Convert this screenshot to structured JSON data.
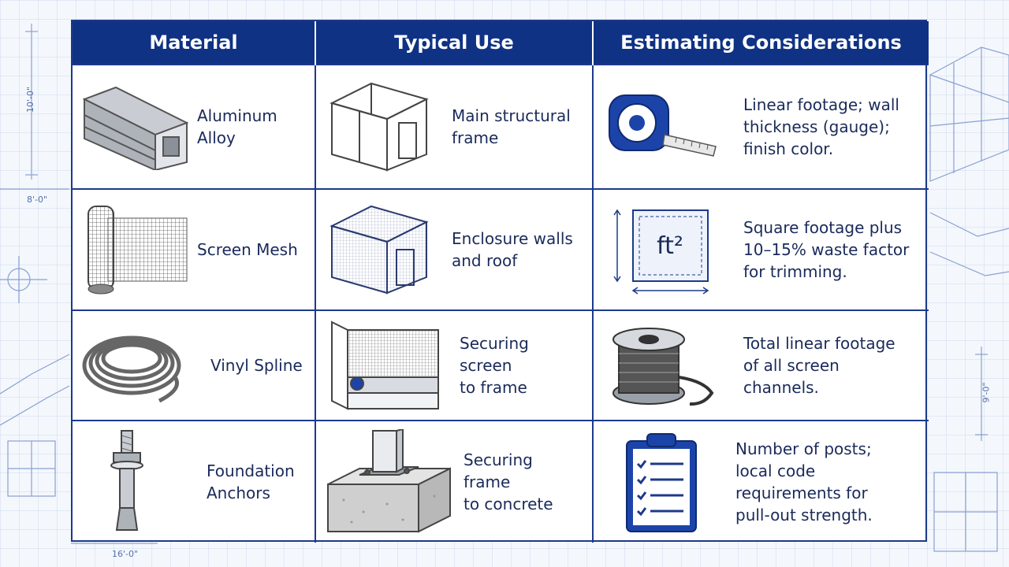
{
  "header": {
    "material": "Material",
    "typical_use": "Typical Use",
    "estimating": "Estimating Considerations"
  },
  "dimensions": [
    "10'-0\"",
    "8'-0\"",
    "9'-0\"",
    "16'-0\""
  ],
  "rows": [
    {
      "material": "Aluminum Alloy",
      "material_icon": "aluminum-extrusion-icon",
      "use": [
        "Main structural",
        "frame"
      ],
      "use_icon": "enclosure-frame-icon",
      "est": [
        "Linear footage; wall",
        "thickness (gauge);",
        "finish color."
      ],
      "est_icon": "tape-measure-icon"
    },
    {
      "material": "Screen Mesh",
      "material_icon": "mesh-roll-icon",
      "use": [
        "Enclosure walls",
        "and roof"
      ],
      "use_icon": "screened-enclosure-icon",
      "est": [
        "Square footage plus",
        "10–15% waste factor",
        "for trimming."
      ],
      "est_icon": "square-footage-icon",
      "est_icon_label": "ft²"
    },
    {
      "material": "Vinyl Spline",
      "material_icon": "spline-coil-icon",
      "use": [
        "Securing screen",
        "to frame"
      ],
      "use_icon": "screen-channel-icon",
      "est": [
        "Total linear footage",
        "of all screen",
        "channels."
      ],
      "est_icon": "spool-icon"
    },
    {
      "material": [
        "Foundation",
        "Anchors"
      ],
      "material_icon": "anchor-bolt-icon",
      "use": [
        "Securing frame",
        "to concrete"
      ],
      "use_icon": "post-on-concrete-icon",
      "est": [
        "Number of posts;",
        "local code",
        "requirements for",
        "pull-out strength."
      ],
      "est_icon": "clipboard-checklist-icon"
    }
  ],
  "colors": {
    "header_bg": "#0f3284",
    "border": "#1c3a8a",
    "text": "#1a2a5a",
    "accent": "#2a4fb0"
  }
}
